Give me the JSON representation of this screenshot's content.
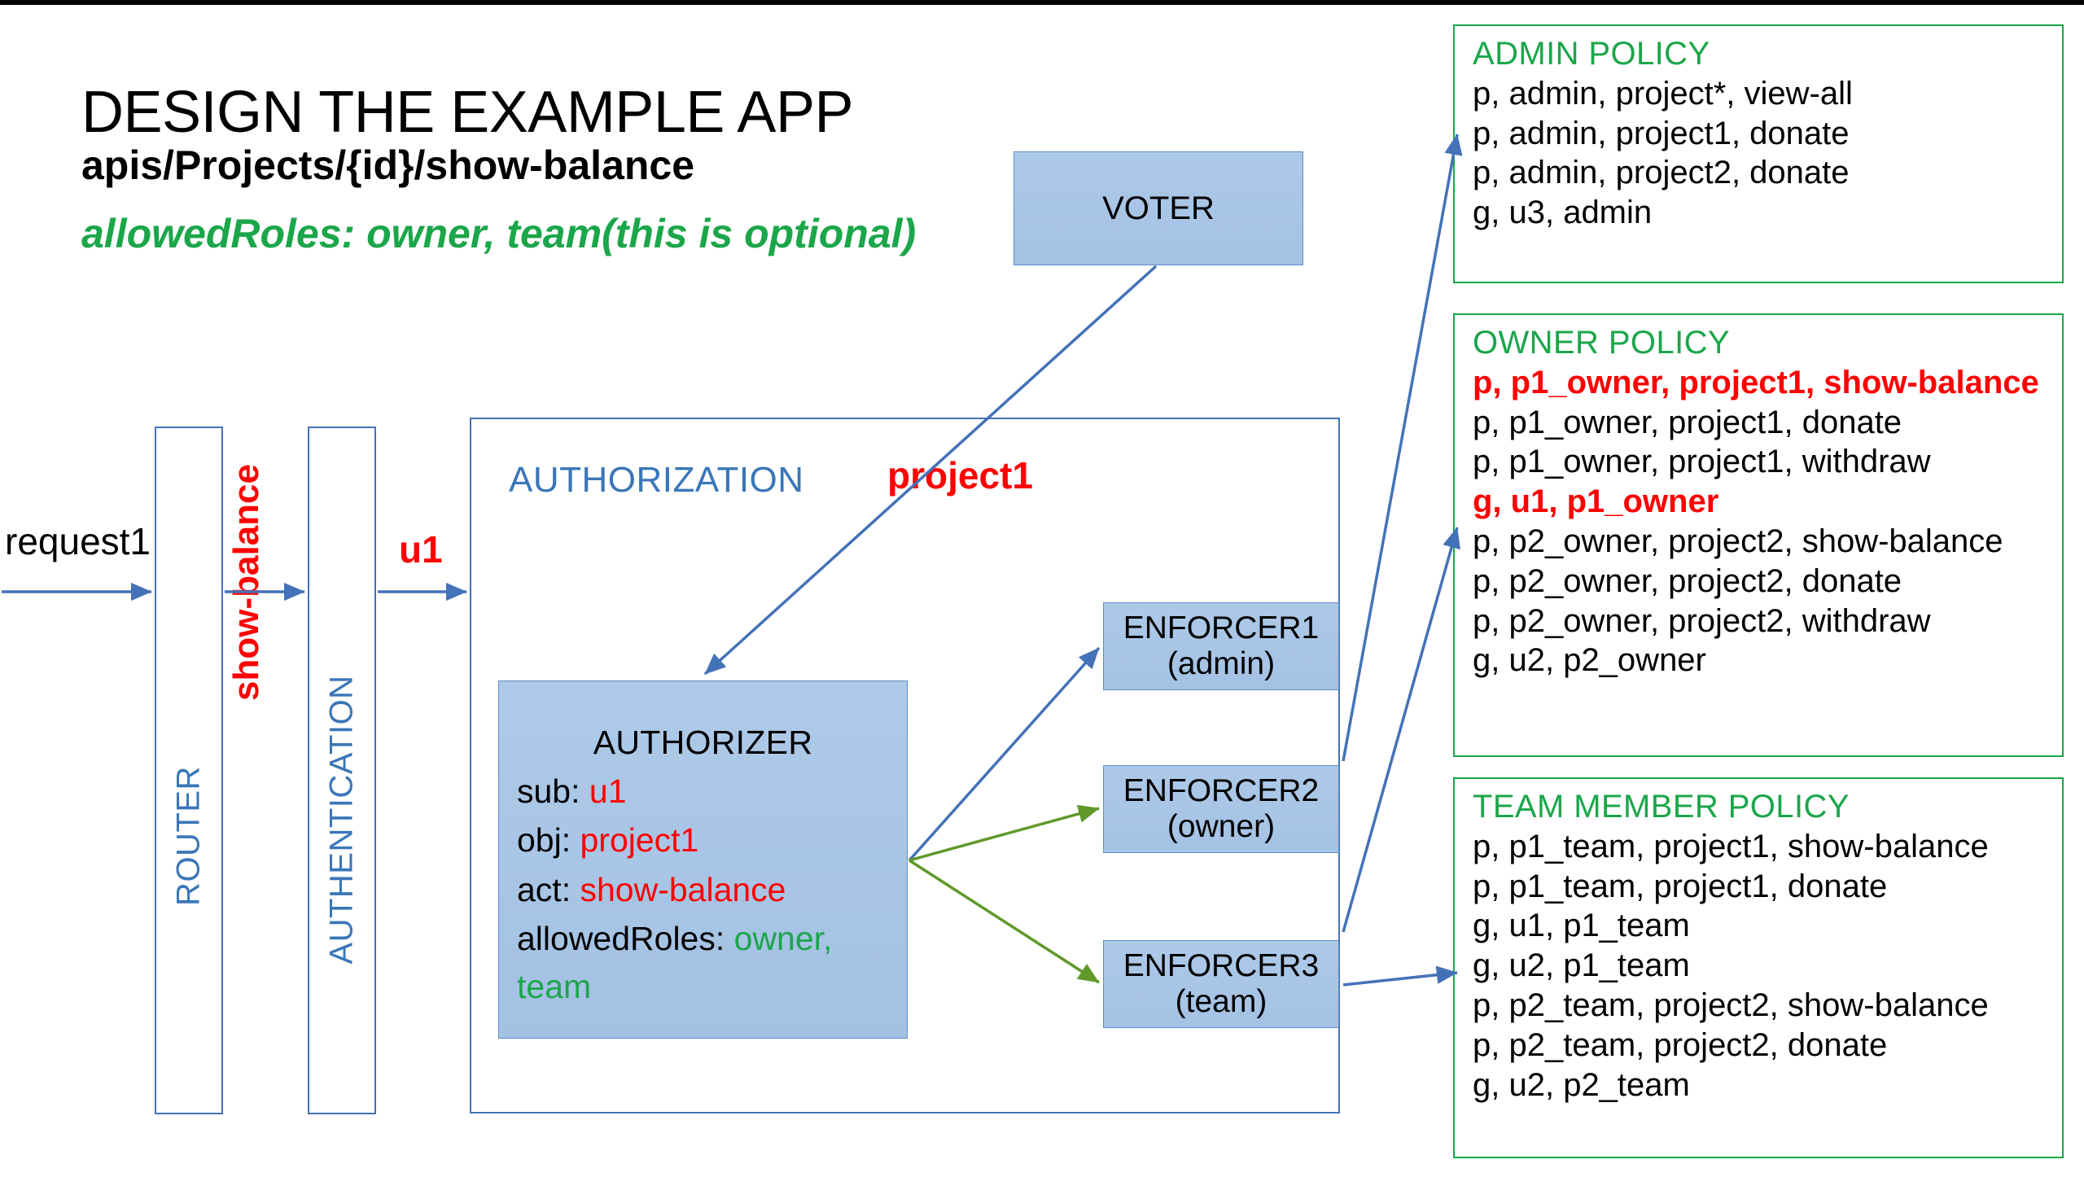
{
  "title": {
    "main": "DESIGN THE EXAMPLE APP",
    "endpoint": "apis/Projects/{id}/show-balance",
    "allowed_roles": "allowedRoles: owner, team(this is optional)"
  },
  "colors": {
    "node_fill": "#a9c6e6",
    "node_border": "#5b8fc9",
    "lane_border": "#4472b8",
    "lane_text": "#3A76B8",
    "policy_border": "#1BA64A",
    "policy_title": "#1BA64A",
    "highlight_red": "#FF0000",
    "highlight_green": "#1BA64A",
    "arrow_blue": "#4472b8",
    "arrow_green": "#61992B"
  },
  "flow": {
    "request_label": "request1",
    "router_label": "ROUTER",
    "show_balance_label": "show-balance",
    "authentication_label": "AUTHENTICATION",
    "u1_label": "u1",
    "authorization_label": "AUTHORIZATION",
    "project1_label": "project1"
  },
  "voter": {
    "label": "VOTER"
  },
  "authorizer": {
    "header": "AUTHORIZER",
    "sub_key": "sub: ",
    "sub_value": "u1",
    "obj_key": "obj: ",
    "obj_value": "project1",
    "act_key": "act: ",
    "act_value": "show-balance",
    "roles_key": "allowedRoles: ",
    "roles_value": "owner,",
    "roles_value2": "team"
  },
  "enforcers": [
    {
      "name": "ENFORCER1",
      "role": "(admin)"
    },
    {
      "name": "ENFORCER2",
      "role": "(owner)"
    },
    {
      "name": "ENFORCER3",
      "role": "(team)"
    }
  ],
  "policies": {
    "admin": {
      "title": "ADMIN POLICY",
      "rows": [
        "p, admin, project*, view-all",
        "p, admin, project1, donate",
        "p, admin, project2, donate",
        "g, u3, admin"
      ]
    },
    "owner": {
      "title": "OWNER POLICY",
      "rows": [
        "p, p1_owner, project1, show-balance",
        "p, p1_owner, project1, donate",
        "p, p1_owner, project1, withdraw",
        "g, u1, p1_owner",
        "p, p2_owner, project2, show-balance",
        "p, p2_owner, project2, donate",
        "p, p2_owner, project2, withdraw",
        "g, u2, p2_owner"
      ],
      "highlighted_indices": [
        0,
        3
      ]
    },
    "team": {
      "title": "TEAM MEMBER POLICY",
      "rows": [
        "p, p1_team, project1, show-balance",
        "p, p1_team, project1, donate",
        "g, u1, p1_team",
        "g, u2, p1_team",
        "p, p2_team, project2, show-balance",
        "p, p2_team, project2, donate",
        "g, u2, p2_team"
      ]
    }
  }
}
